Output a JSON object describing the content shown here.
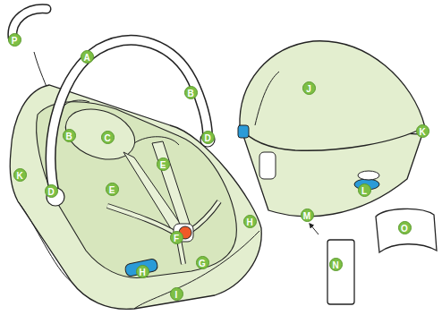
{
  "diagram": {
    "labels": [
      "P",
      "A",
      "J",
      "B",
      "K",
      "C",
      "B",
      "D",
      "E",
      "K",
      "L",
      "E",
      "D",
      "M",
      "H",
      "O",
      "F",
      "G",
      "N",
      "H",
      "I"
    ]
  }
}
